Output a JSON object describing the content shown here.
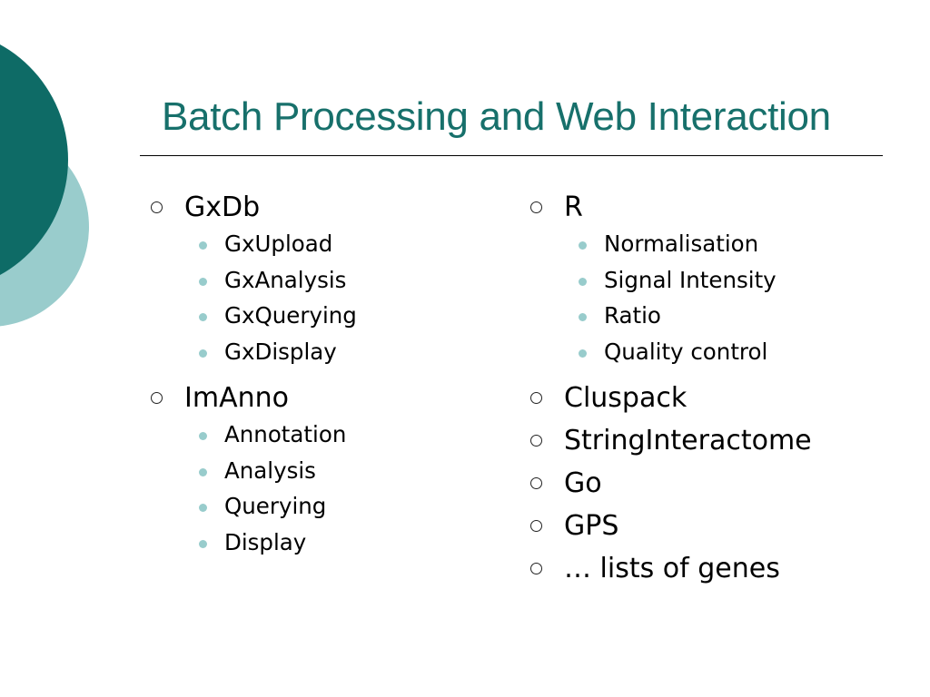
{
  "slide": {
    "title": "Batch Processing and Web Interaction",
    "colors": {
      "title": "#17706b",
      "circle_dark": "#0e6b66",
      "circle_light": "#99cccc",
      "sub_bullet": "#98cccc"
    },
    "left_column": [
      {
        "label": "GxDb",
        "children": [
          "GxUpload",
          "GxAnalysis",
          "GxQuerying",
          "GxDisplay"
        ]
      },
      {
        "label": "ImAnno",
        "children": [
          "Annotation",
          "Analysis",
          "Querying",
          "Display"
        ]
      }
    ],
    "right_column": [
      {
        "label": "R",
        "children": [
          "Normalisation",
          "Signal Intensity",
          "Ratio",
          "Quality control"
        ]
      },
      {
        "label": "Cluspack",
        "children": []
      },
      {
        "label": "StringInteractome",
        "children": []
      },
      {
        "label": "Go",
        "children": []
      },
      {
        "label": "GPS",
        "children": []
      },
      {
        "label": "… lists of genes",
        "children": []
      }
    ]
  }
}
